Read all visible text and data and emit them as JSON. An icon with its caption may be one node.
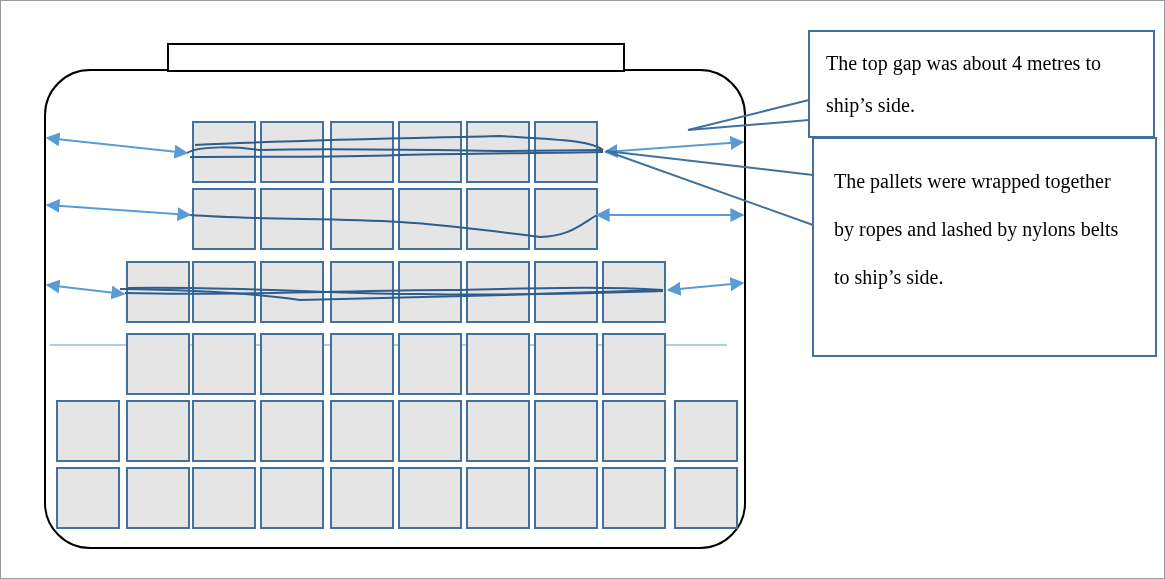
{
  "diagram": {
    "nodes": [
      {
        "text": [
          "The top gap was about 4 metres to ship’s side."
        ]
      },
      {
        "text": [
          "The pallets were wrapped together by ropes and lashed by nylons belts to ship’s side."
        ]
      }
    ],
    "edges": [
      {
        "from": 0,
        "to": null,
        "arrow": "none"
      },
      {
        "from": 1,
        "to": null,
        "arrow": "none"
      }
    ]
  }
}
